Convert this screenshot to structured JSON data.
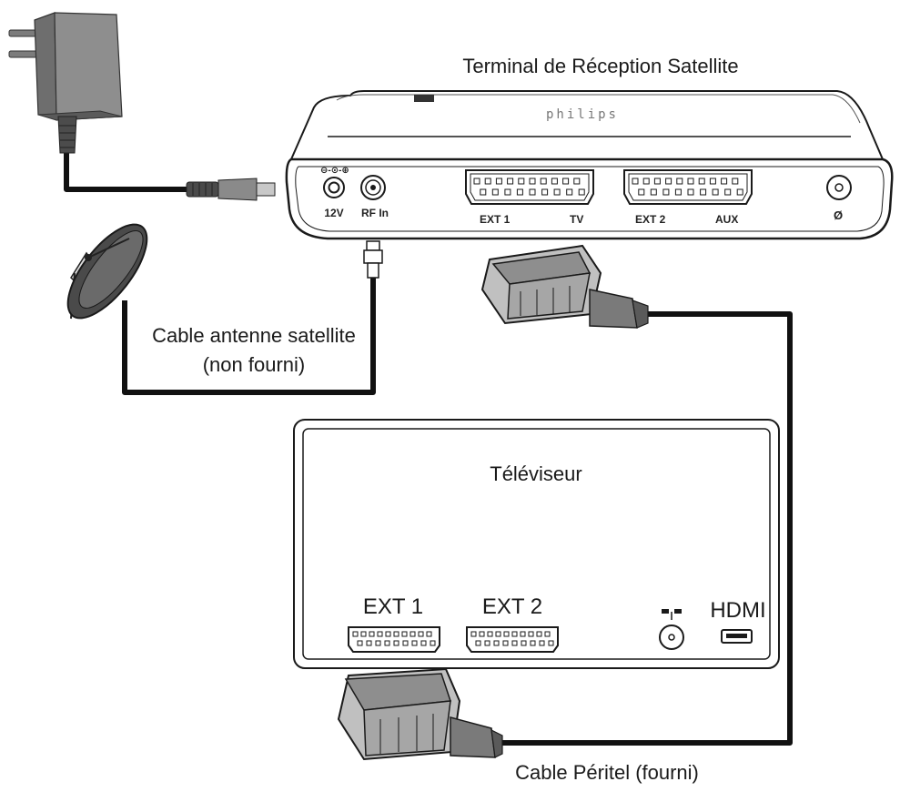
{
  "labels": {
    "stb_title": "Terminal de Réception Satellite",
    "tv_title": "Téléviseur",
    "sat_cable": "Cable antenne satellite",
    "sat_cable_note": "(non fourni)",
    "scart_cable": "Cable Péritel (fourni)",
    "brand": "philips"
  },
  "stb_ports": {
    "power": "12V",
    "rf_in": "RF In",
    "ext1": "EXT 1",
    "tv": "TV",
    "ext2": "EXT 2",
    "aux": "AUX"
  },
  "tv_ports": {
    "ext1": "EXT 1",
    "ext2": "EXT 2",
    "hdmi": "HDMI"
  },
  "colors": {
    "line": "#1a1a1a",
    "cable": "#111111",
    "adapter": "#8a8a8a",
    "adapter_dark": "#5e5e5e",
    "scart_body": "#9a9a9a"
  }
}
